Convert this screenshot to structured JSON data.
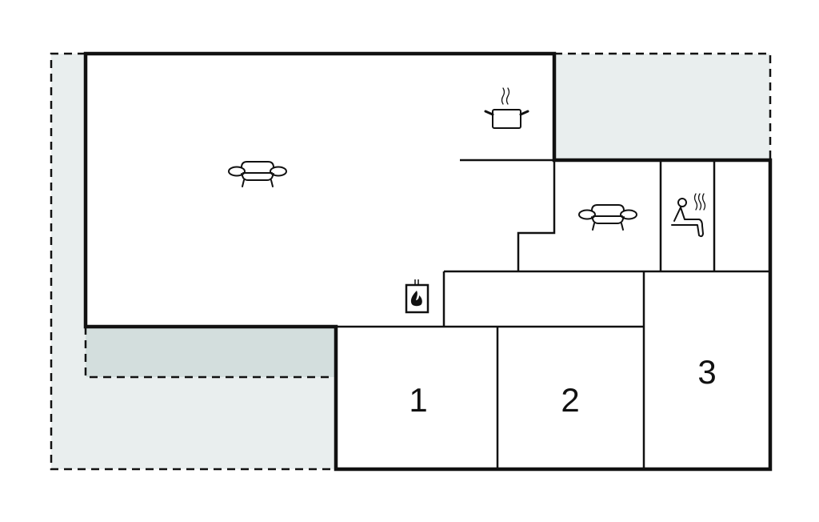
{
  "plan": {
    "rooms": [
      {
        "label": "1"
      },
      {
        "label": "2"
      },
      {
        "label": "3"
      }
    ],
    "icons": [
      "sofa-icon",
      "cooking-pot-icon",
      "sofa-icon",
      "sauna-icon",
      "fireplace-icon"
    ],
    "colors": {
      "wall": "#111111",
      "terrace": "#e9eeee",
      "covered_terrace": "#d3dedd",
      "floor": "#ffffff"
    }
  }
}
